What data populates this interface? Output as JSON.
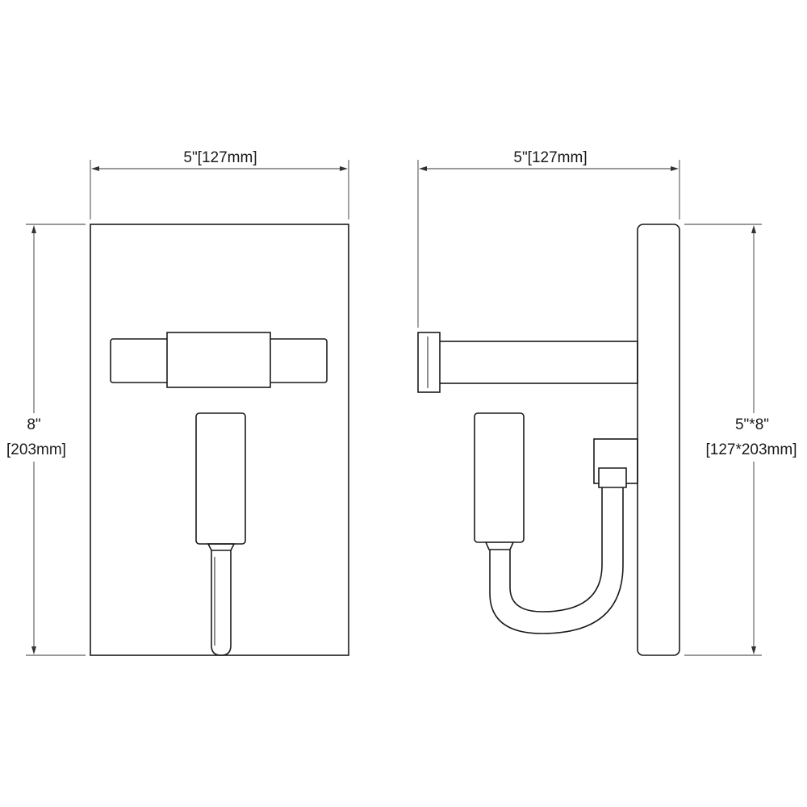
{
  "dimensions": {
    "front_width": "5\"[127mm]",
    "side_depth": "5\"[127mm]",
    "front_height_line1": "8\"",
    "front_height_line2": "[203mm]",
    "side_height_line1": "5\"*8\"",
    "side_height_line2": "[127*203mm]"
  },
  "colors": {
    "line": "#1a1a1a",
    "background": "#ffffff"
  }
}
